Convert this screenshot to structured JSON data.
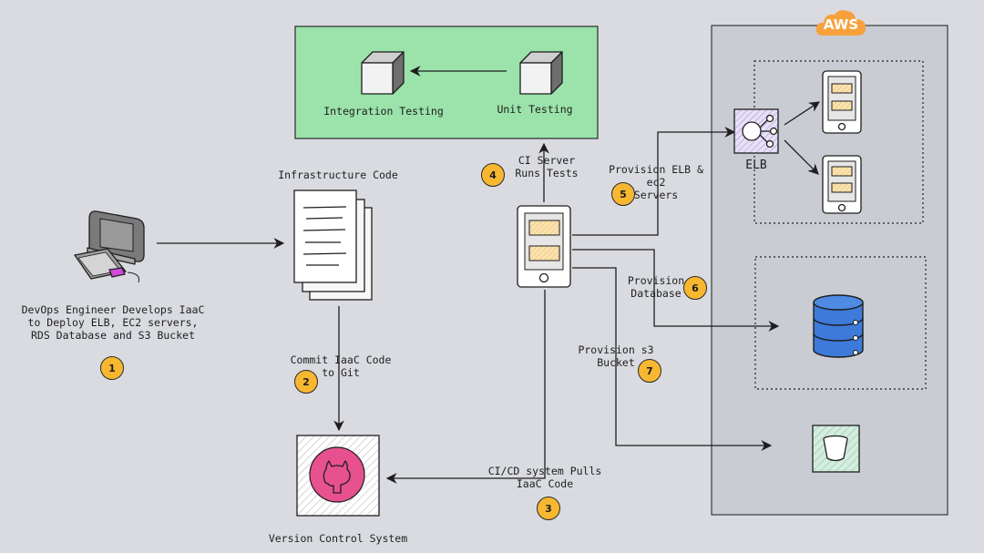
{
  "cloud": {
    "label": "AWS"
  },
  "testing": {
    "integration_label": "Integration Testing",
    "unit_label": "Unit Testing"
  },
  "infra": {
    "label": "Infrastructure Code"
  },
  "developer": {
    "caption": "DevOps Engineer Develops IaaC\nto Deploy ELB, EC2 servers,\nRDS Database and S3 Bucket"
  },
  "vcs": {
    "label": "Version Control System"
  },
  "elb": {
    "label": "ELB"
  },
  "steps": [
    {
      "number": "1",
      "text": ""
    },
    {
      "number": "2",
      "text": "Commit IaaC Code\nto Git"
    },
    {
      "number": "3",
      "text": "CI/CD system Pulls\nIaaC Code"
    },
    {
      "number": "4",
      "text": "CI Server\nRuns Tests"
    },
    {
      "number": "5",
      "text": "Provision ELB &\nec2\nServers"
    },
    {
      "number": "6",
      "text": "Provision\nDatabase"
    },
    {
      "number": "7",
      "text": "Provision s3\nBucket"
    }
  ],
  "colors": {
    "accent": "#f7b731",
    "testing_bg": "#9be3aa",
    "aws_orange": "#f8a13c",
    "database_blue": "#3d7ad9",
    "git_pink": "#e8518f"
  }
}
